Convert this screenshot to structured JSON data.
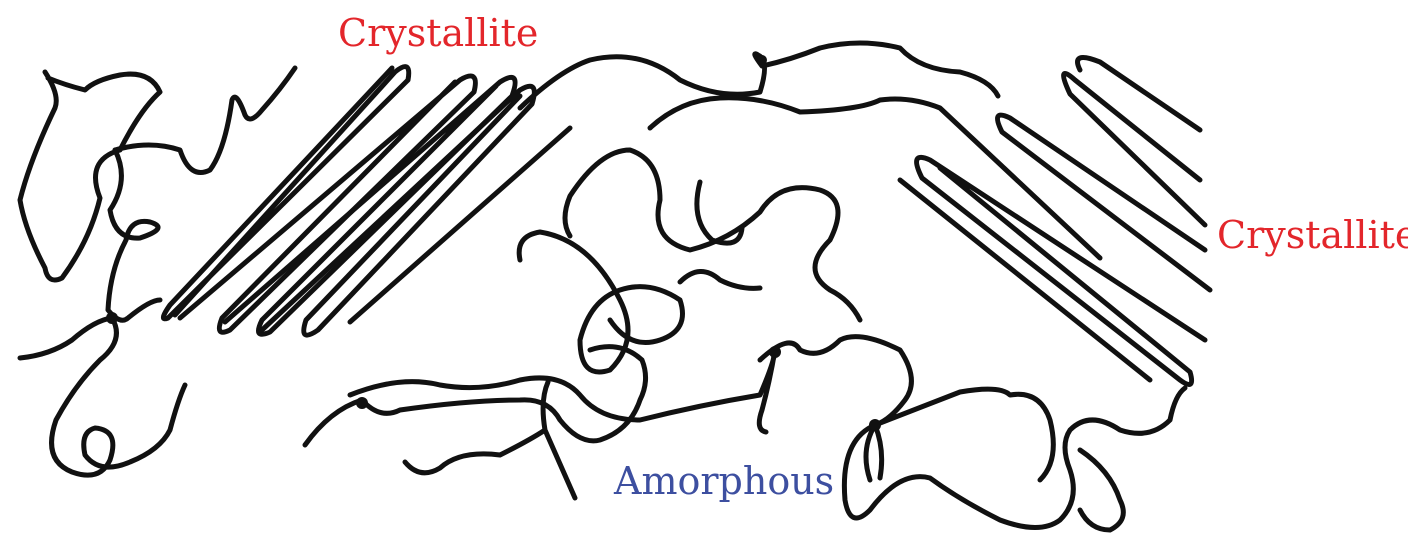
{
  "labels": {
    "crystallite_top": "Crystallite",
    "crystallite_right": "Crystallite",
    "amorphous": "Amorphous"
  },
  "colors": {
    "crystallite": "#e3262b",
    "amorphous": "#3d4fa0",
    "chain": "#111111"
  }
}
